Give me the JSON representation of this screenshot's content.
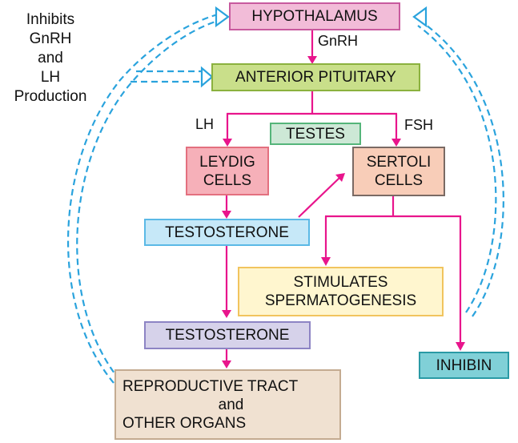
{
  "colors": {
    "flow_arrow": "#e8158c",
    "feedback_arrow": "#2aa3dd"
  },
  "side_note": {
    "lines": [
      "Inhibits",
      "GnRH",
      "and",
      "LH",
      "Production"
    ]
  },
  "nodes": {
    "hypothalamus": {
      "label": "HYPOTHALAMUS",
      "fill": "#f2bcd8",
      "border": "#c85a9e"
    },
    "anterior_pituitary": {
      "label": "ANTERIOR PITUITARY",
      "fill": "#c9df8a",
      "border": "#8bb13e"
    },
    "testes": {
      "label": "TESTES",
      "fill": "#cde8d6",
      "border": "#55b57a"
    },
    "leydig_cells": {
      "lines": [
        "LEYDIG",
        "CELLS"
      ],
      "fill": "#f6b0b9",
      "border": "#e3707f"
    },
    "sertoli_cells": {
      "lines": [
        "SERTOLI",
        "CELLS"
      ],
      "fill": "#f8cdb8",
      "border": "#7a6a64"
    },
    "testosterone_1": {
      "label": "TESTOSTERONE",
      "fill": "#c6e8f8",
      "border": "#5bb9e6"
    },
    "stimulates_spermatogenesis": {
      "lines": [
        "STIMULATES",
        "SPERMATOGENESIS"
      ],
      "fill": "#fff6cf",
      "border": "#f1c45e"
    },
    "testosterone_2": {
      "label": "TESTOSTERONE",
      "fill": "#d6d2ea",
      "border": "#8d84c4"
    },
    "reproductive_tract": {
      "lines": [
        "REPRODUCTIVE TRACT",
        "and",
        "OTHER ORGANS"
      ],
      "fill": "#f0e1d1",
      "border": "#c4ab91"
    },
    "inhibin": {
      "label": "INHIBIN",
      "fill": "#80d0d7",
      "border": "#2a9aa5"
    }
  },
  "edge_labels": {
    "gnrh": "GnRH",
    "lh": "LH",
    "fsh": "FSH"
  },
  "edges": [
    {
      "from": "hypothalamus",
      "to": "anterior_pituitary",
      "label": "GnRH",
      "type": "stimulate"
    },
    {
      "from": "anterior_pituitary",
      "to": "leydig_cells",
      "label": "LH",
      "type": "stimulate"
    },
    {
      "from": "anterior_pituitary",
      "to": "sertoli_cells",
      "label": "FSH",
      "type": "stimulate"
    },
    {
      "from": "leydig_cells",
      "to": "testosterone_1",
      "type": "stimulate"
    },
    {
      "from": "testosterone_1",
      "to": "sertoli_cells",
      "type": "stimulate"
    },
    {
      "from": "testosterone_1",
      "to": "testosterone_2",
      "type": "stimulate"
    },
    {
      "from": "sertoli_cells",
      "to": "stimulates_spermatogenesis",
      "type": "stimulate"
    },
    {
      "from": "sertoli_cells",
      "to": "inhibin",
      "type": "stimulate"
    },
    {
      "from": "testosterone_2",
      "to": "reproductive_tract",
      "type": "stimulate"
    },
    {
      "from": "reproductive_tract",
      "to": "hypothalamus",
      "type": "inhibit-feedback"
    },
    {
      "from": "reproductive_tract",
      "to": "anterior_pituitary",
      "type": "inhibit-feedback"
    },
    {
      "from": "inhibin",
      "to": "hypothalamus",
      "type": "inhibit-feedback"
    }
  ]
}
